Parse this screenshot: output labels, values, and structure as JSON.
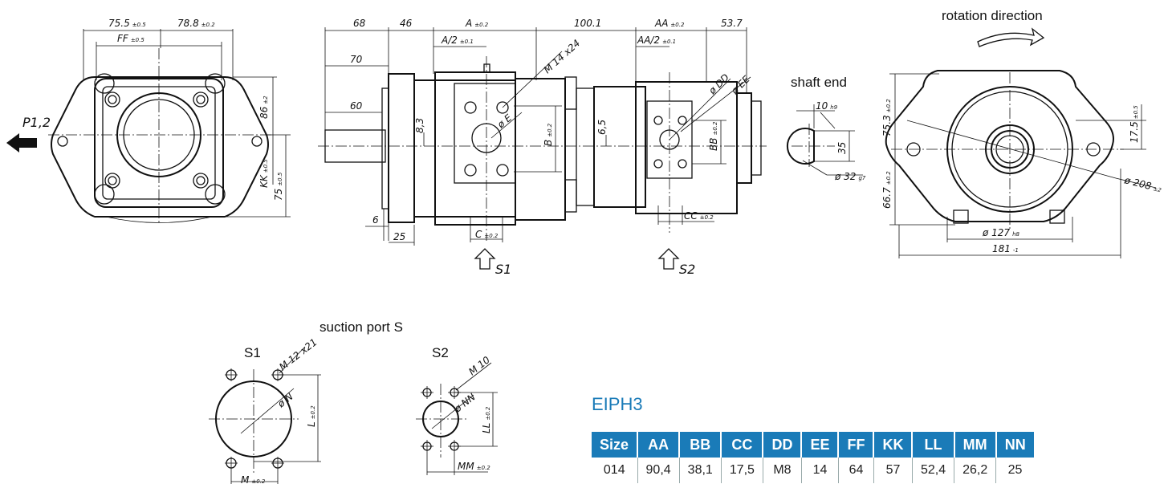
{
  "labels": {
    "rotation_direction": "rotation direction",
    "shaft_end": "shaft end",
    "suction_port": "suction port S",
    "s1": "S1",
    "s2": "S2",
    "p12": "P1,2",
    "arrow_s1": "S1",
    "arrow_s2": "S2"
  },
  "dims": {
    "d75_5": "75.5",
    "d78_8": "78.8",
    "ff": "FF",
    "d86": "86",
    "kk": "KK",
    "d75": "75",
    "d68": "68",
    "d46": "46",
    "a": "A",
    "d100_1": "100.1",
    "aa": "AA",
    "d53_7": "53.7",
    "a2": "A/2",
    "aa2": "AA/2",
    "d70": "70",
    "d60": "60",
    "m14": "M 14 x24",
    "e": "ø E",
    "dd": "ø DD",
    "ee": "ø EE",
    "b": "B",
    "bb": "BB",
    "d8_3": "8,3",
    "d6_5": "6,5",
    "d6": "6",
    "d25": "25",
    "c": "C",
    "cc": "CC",
    "d10": "10",
    "d35": "35",
    "d32": "ø 32",
    "d75_3": "75.3",
    "d66_7": "66.7",
    "d17_5": "17.5",
    "d208": "ø 208",
    "d127": "ø 127",
    "d181": "181",
    "m12": "M 12 x21",
    "n": "ø N",
    "l": "L",
    "m": "M",
    "m10": "M 10",
    "nn": "ø NN",
    "ll": "LL",
    "mm": "MM"
  },
  "tol": {
    "p05": "±0.5",
    "p02": "±0.2",
    "p01": "±0.1",
    "p2": "±2",
    "h9": "h9",
    "g7": "g7",
    "h8": "h8",
    "m1": "-1"
  },
  "table": {
    "title": "EIPH3",
    "headers": [
      "Size",
      "AA",
      "BB",
      "CC",
      "DD",
      "EE",
      "FF",
      "KK",
      "LL",
      "MM",
      "NN"
    ],
    "rows": [
      [
        "014",
        "90,4",
        "38,1",
        "17,5",
        "M8",
        "14",
        "64",
        "57",
        "52,4",
        "26,2",
        "25"
      ]
    ]
  }
}
